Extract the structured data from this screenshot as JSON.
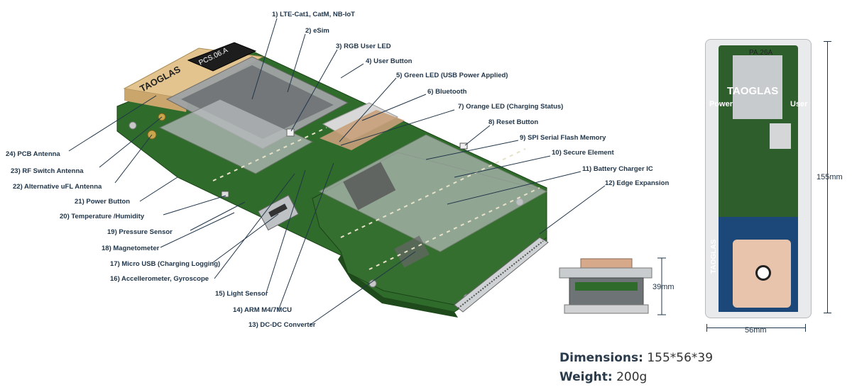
{
  "callouts_right": [
    "1) LTE-Cat1, CatM, NB-IoT",
    "2) eSim",
    "3) RGB User LED",
    "4) User Button",
    "5) Green LED (USB Power Applied)",
    "6) Bluetooth",
    "7) Orange LED (Charging Status)",
    "8) Reset Button",
    "9) SPI Serial Flash Memory",
    "10) Secure Element",
    "11) Battery Charger IC",
    "12) Edge Expansion"
  ],
  "callouts_left": [
    "24) PCB Antenna",
    "23) RF Switch Antenna",
    "22) Alternative uFL Antenna",
    "21) Power Button",
    "20) Temperature /Humidity",
    "19) Pressure Sensor",
    "18) Magnetometer",
    "17) Micro USB (Charging Logging)",
    "16) Accellerometer, Gyroscope"
  ],
  "callouts_bottom": [
    "15) Light Sensor",
    "14) ARM M4/7MCU",
    "13) DC-DC Converter"
  ],
  "board_labels": {
    "antenna_brand": "TAOGLAS",
    "module_model": "PCS.06.A"
  },
  "side_view": {
    "height_label": "39mm"
  },
  "device": {
    "brand": "TAOGLAS",
    "model": "PA.26A",
    "power_label": "Power",
    "user_label": "User",
    "gnss_brand": "TAOGLAS",
    "height_label": "155mm",
    "width_label": "56mm"
  },
  "specs": {
    "dimensions_label": "Dimensions:",
    "dimensions_value": "155*56*39",
    "weight_label": "Weight:",
    "weight_value": "200g"
  },
  "colors": {
    "pcb_green": "#2f6b2a",
    "pcb_dark": "#1f4a1c",
    "text_navy": "#21364a",
    "copper": "#c9a07a",
    "antenna_gold": "#e3c48f"
  }
}
